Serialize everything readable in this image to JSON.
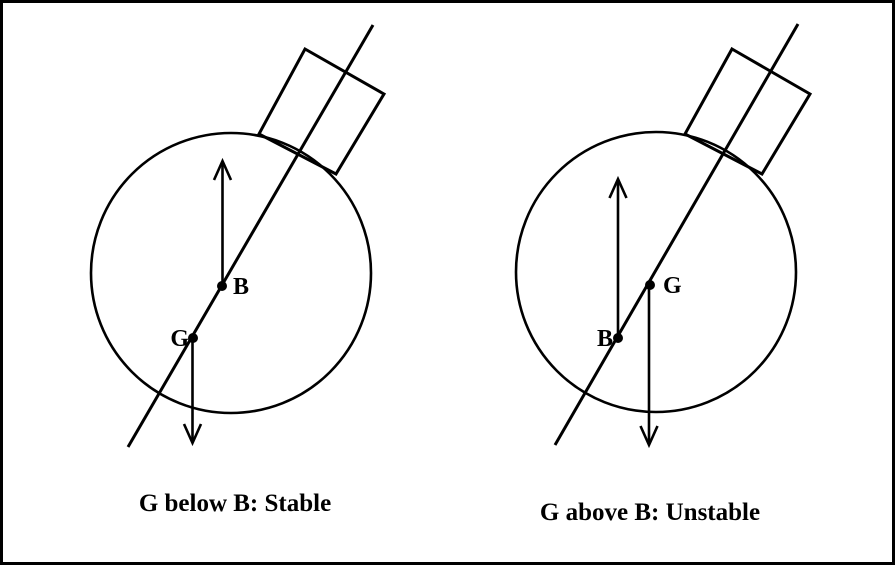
{
  "page": {
    "background_color": "#ffffff",
    "ink_color": "#000000"
  },
  "figure": {
    "left_diagram": {
      "buoyancy_point_label": "B",
      "gravity_point_label": "G",
      "caption": "G below B: Stable"
    },
    "right_diagram": {
      "buoyancy_point_label": "B",
      "gravity_point_label": "G",
      "caption": "G above B: Unstable"
    }
  }
}
